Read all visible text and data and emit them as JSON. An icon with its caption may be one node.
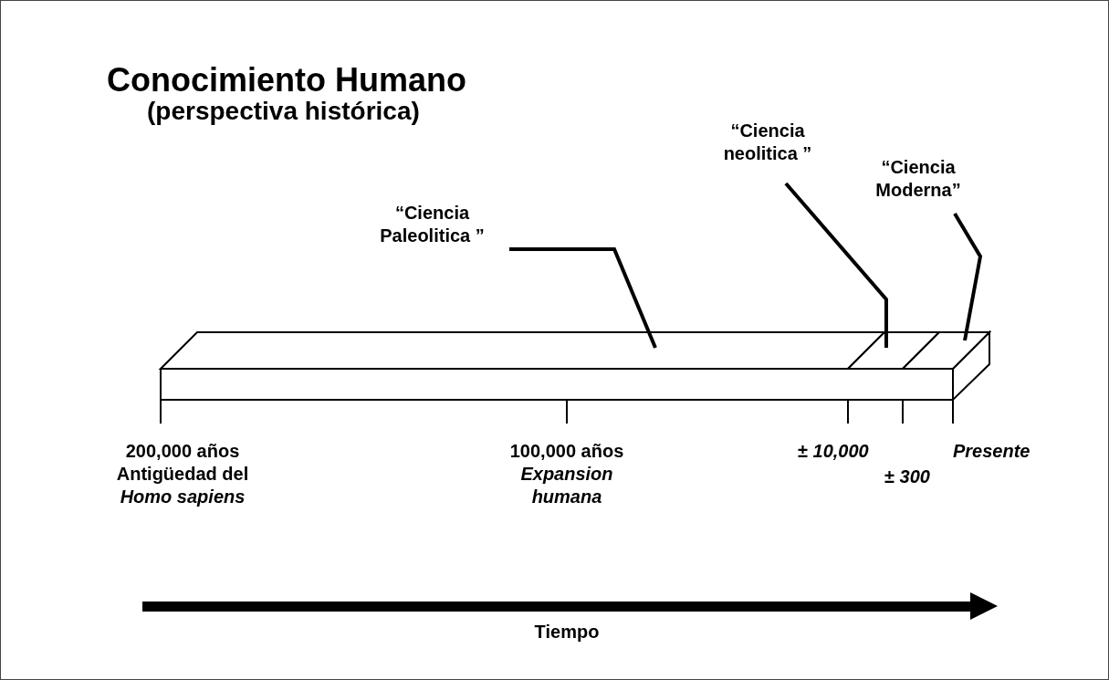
{
  "diagram": {
    "title": "Conocimiento Humano",
    "nodes": [
      {
        "text": [
          "“Ciencia Paleolitica ”"
        ]
      },
      {
        "text": [
          "“Ciencia neolitica ”"
        ]
      },
      {
        "text": [
          "“Ciencia Moderna”"
        ]
      },
      {
        "text": [],
        "shape": "bar"
      },
      {
        "text": [],
        "shape": "bar"
      },
      {
        "text": [],
        "shape": "bar"
      }
    ],
    "edges": [
      {
        "from": 0,
        "to": 3,
        "arrow": "none"
      },
      {
        "from": 1,
        "to": 4,
        "arrow": "none"
      },
      {
        "from": 2,
        "to": 5,
        "arrow": "none"
      }
    ],
    "labels": [
      "(perspectiva histórica)",
      "200,000 años Antigüedad del *Homo sapiens*",
      "100,000 años *Expansion humana*",
      "± *10,000*",
      "± *300*",
      "Presente",
      "Tiempo"
    ]
  }
}
